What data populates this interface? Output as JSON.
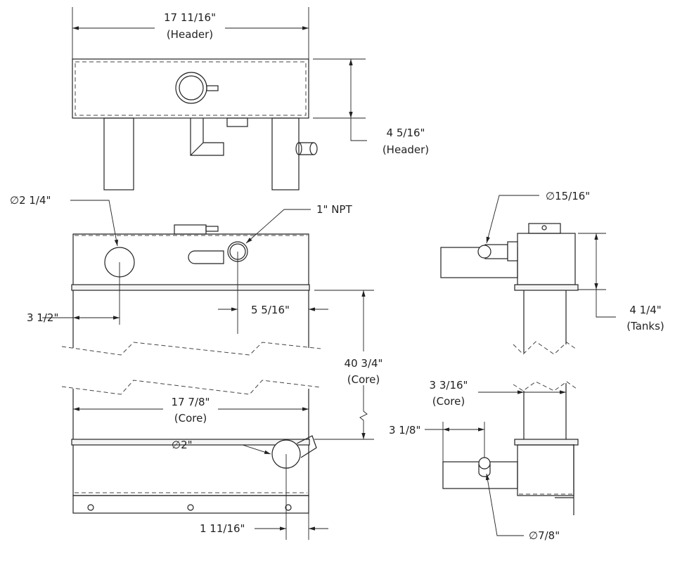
{
  "title": "Radiator dimension drawing",
  "dimensions": {
    "header_width": "17 11/16\"",
    "header_width_note": "(Header)",
    "header_height": "4 5/16\"",
    "header_height_note": "(Header)",
    "inlet_diameter": "∅2 1/4\"",
    "npt": "1\" NPT",
    "inlet_offset": "3 1/2\"",
    "npt_offset": "5 5/16\"",
    "core_height": "40 3/4\"",
    "core_height_note": "(Core)",
    "core_width": "17 7/8\"",
    "core_width_note": "(Core)",
    "outlet_diameter": "∅2\"",
    "outlet_offset": "1 11/16\"",
    "side_port_diameter": "∅15/16\"",
    "tank_height": "4 1/4\"",
    "tank_height_note": "(Tanks)",
    "core_depth": "3 3/16\"",
    "core_depth_note": "(Core)",
    "drain_offset": "3 1/8\"",
    "drain_diameter": "∅7/8\""
  }
}
